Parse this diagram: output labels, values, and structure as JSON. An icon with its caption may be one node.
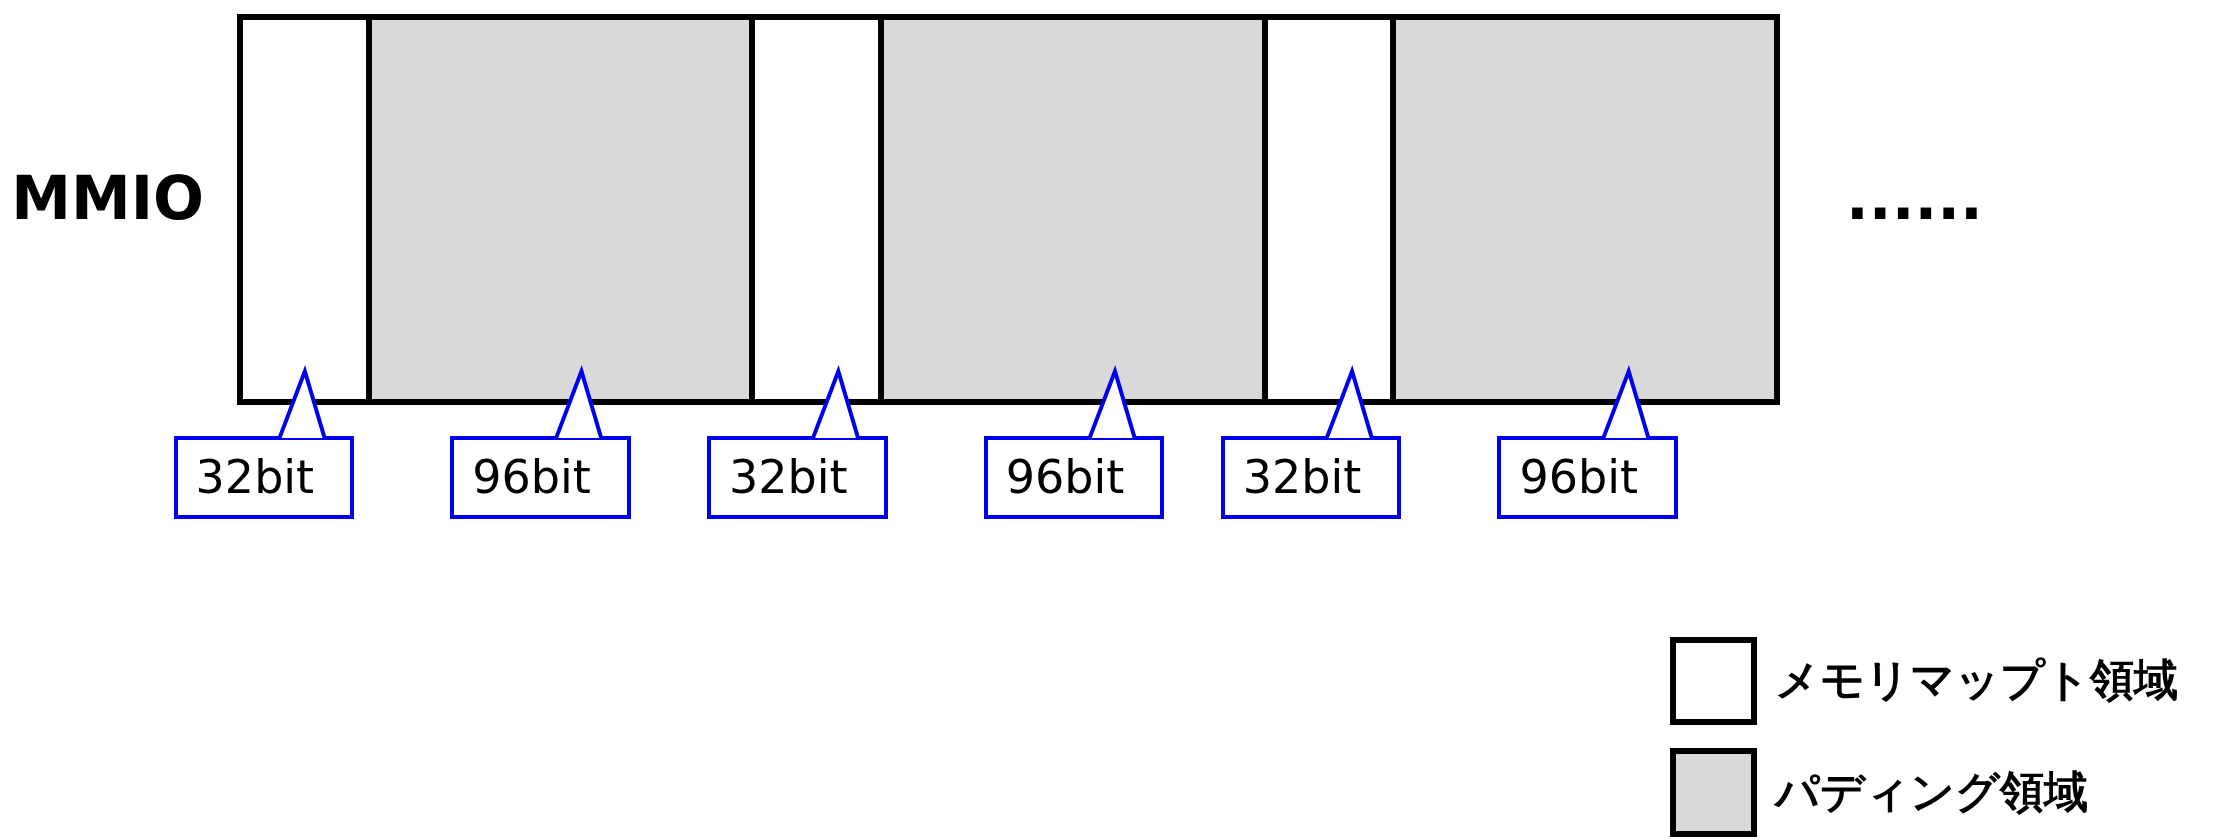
{
  "diagram": {
    "nodes": [
      {
        "text": [],
        "shape": "box"
      },
      {
        "text": [],
        "shape": "box"
      },
      {
        "text": [],
        "shape": "box"
      },
      {
        "text": [],
        "shape": "box"
      },
      {
        "text": [],
        "shape": "box"
      },
      {
        "text": [],
        "shape": "box"
      },
      {
        "text": [
          "32bit"
        ]
      },
      {
        "text": [
          "96bit"
        ]
      },
      {
        "text": [
          "32bit"
        ]
      },
      {
        "text": [
          "96bit"
        ]
      },
      {
        "text": [
          "32bit"
        ]
      },
      {
        "text": [
          "96bit"
        ]
      }
    ],
    "edges": [
      {
        "from": 6,
        "to": 0,
        "arrow": "to"
      },
      {
        "from": 7,
        "to": 1,
        "arrow": "to"
      },
      {
        "from": 8,
        "to": 2,
        "arrow": "to"
      },
      {
        "from": 9,
        "to": 3,
        "arrow": "to"
      },
      {
        "from": 10,
        "to": 4,
        "arrow": "to"
      },
      {
        "from": 11,
        "to": 5,
        "arrow": "to"
      }
    ],
    "labels": [
      "MMIO",
      "......"
    ],
    "legend": [
      {
        "text": "メモリマップト領域",
        "color": "#ffffff"
      },
      {
        "text": "パディング領域",
        "color": "#d9d9d9"
      }
    ]
  }
}
